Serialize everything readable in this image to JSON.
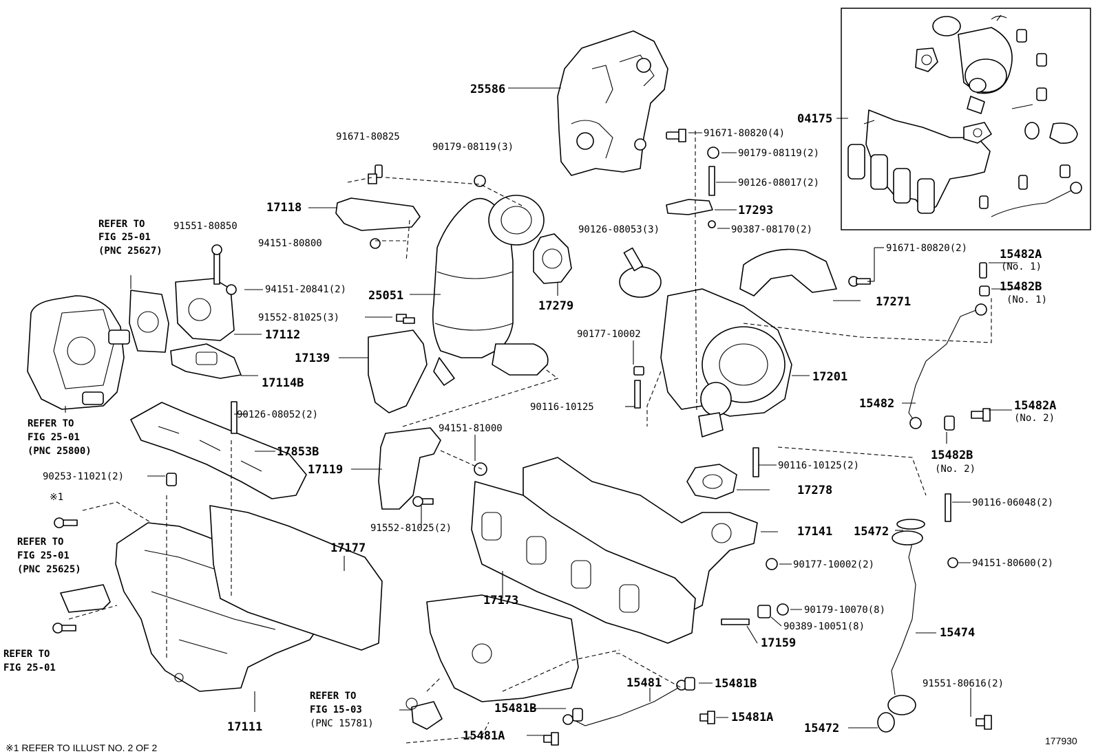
{
  "callouts": [
    {
      "id": "c25586",
      "text": "25586"
    },
    {
      "id": "c04175",
      "text": "04175"
    },
    {
      "id": "c91671a",
      "text": "91671-80825"
    },
    {
      "id": "c90179a",
      "text": "90179-08119(3)"
    },
    {
      "id": "c91671b",
      "text": "91671-80820(4)"
    },
    {
      "id": "c90179b",
      "text": "90179-08119(2)"
    },
    {
      "id": "c90126a",
      "text": "90126-08017(2)"
    },
    {
      "id": "c17118",
      "text": "17118"
    },
    {
      "id": "c17293",
      "text": "17293"
    },
    {
      "id": "c90126b",
      "text": "90126-08053(3)"
    },
    {
      "id": "c90387",
      "text": "90387-08170(2)"
    },
    {
      "id": "c91551a",
      "text": "91551-80850"
    },
    {
      "id": "c94151a",
      "text": "94151-80800"
    },
    {
      "id": "c91671c",
      "text": "91671-80820(2)"
    },
    {
      "id": "c15482A1",
      "text": "15482A"
    },
    {
      "id": "c15482A1n",
      "text": "(No. 1)"
    },
    {
      "id": "c15482B1",
      "text": "15482B"
    },
    {
      "id": "c15482B1n",
      "text": "(No. 1)"
    },
    {
      "id": "c94151b",
      "text": "94151-20841(2)"
    },
    {
      "id": "c25051",
      "text": "25051"
    },
    {
      "id": "c17279",
      "text": "17279"
    },
    {
      "id": "c17271",
      "text": "17271"
    },
    {
      "id": "c91552a",
      "text": "91552-81025(3)"
    },
    {
      "id": "c17112",
      "text": "17112"
    },
    {
      "id": "c90177a",
      "text": "90177-10002"
    },
    {
      "id": "c17139",
      "text": "17139"
    },
    {
      "id": "c17114B",
      "text": "17114B"
    },
    {
      "id": "c17201",
      "text": "17201"
    },
    {
      "id": "c15482",
      "text": "15482"
    },
    {
      "id": "c90116a",
      "text": "90116-10125"
    },
    {
      "id": "c15482A2",
      "text": "15482A"
    },
    {
      "id": "c15482A2n",
      "text": "(No. 2)"
    },
    {
      "id": "c90126c",
      "text": "90126-08052(2)"
    },
    {
      "id": "c94151c",
      "text": "94151-81000"
    },
    {
      "id": "c17853B",
      "text": "17853B"
    },
    {
      "id": "c15482B2",
      "text": "15482B"
    },
    {
      "id": "c15482B2n",
      "text": "(No. 2)"
    },
    {
      "id": "c90116b",
      "text": "90116-10125(2)"
    },
    {
      "id": "c17119",
      "text": "17119"
    },
    {
      "id": "c90253",
      "text": "90253-11021(2)"
    },
    {
      "id": "c17278",
      "text": "17278"
    },
    {
      "id": "c90116c",
      "text": "90116-06048(2)"
    },
    {
      "id": "cstar1",
      "text": "※1"
    },
    {
      "id": "c91552b",
      "text": "91552-81025(2)"
    },
    {
      "id": "c15472a",
      "text": "15472"
    },
    {
      "id": "c17141",
      "text": "17141"
    },
    {
      "id": "c17177",
      "text": "17177"
    },
    {
      "id": "c94151d",
      "text": "94151-80600(2)"
    },
    {
      "id": "c90177b",
      "text": "90177-10002(2)"
    },
    {
      "id": "c17173",
      "text": "17173"
    },
    {
      "id": "c90179c",
      "text": "90179-10070(8)"
    },
    {
      "id": "c90389",
      "text": "90389-10051(8)"
    },
    {
      "id": "c15474",
      "text": "15474"
    },
    {
      "id": "c17159",
      "text": "17159"
    },
    {
      "id": "c15481",
      "text": "15481"
    },
    {
      "id": "c15481B1",
      "text": "15481B"
    },
    {
      "id": "c91551b",
      "text": "91551-80616(2)"
    },
    {
      "id": "c15481A1",
      "text": "15481A"
    },
    {
      "id": "c15481B2",
      "text": "15481B"
    },
    {
      "id": "c15472b",
      "text": "15472"
    },
    {
      "id": "c17111",
      "text": "17111"
    },
    {
      "id": "c15481A2",
      "text": "15481A"
    }
  ],
  "references": [
    {
      "id": "r1",
      "lines": [
        "REFER TO",
        "FIG 25-01",
        "(PNC 25627)"
      ]
    },
    {
      "id": "r2",
      "lines": [
        "REFER TO",
        "FIG 25-01",
        "(PNC 25800)"
      ]
    },
    {
      "id": "r3",
      "lines": [
        "REFER TO",
        "FIG 25-01",
        "(PNC 25625)"
      ]
    },
    {
      "id": "r4",
      "lines": [
        "REFER TO",
        "FIG 25-01"
      ]
    },
    {
      "id": "r5",
      "lines": [
        "REFER TO",
        "FIG 15-03",
        "(PNC 15781)"
      ]
    }
  ],
  "footnote": "※1  REFER TO ILLUST NO. 2 OF 2",
  "illustration_number": "177930"
}
